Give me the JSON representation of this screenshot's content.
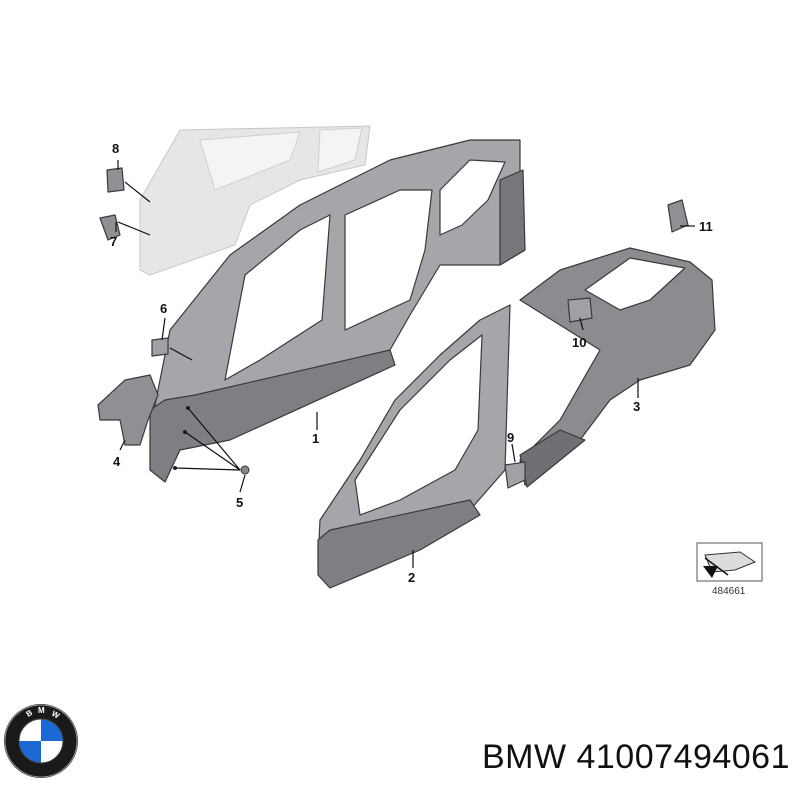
{
  "diagram": {
    "callouts": {
      "c1": "1",
      "c2": "2",
      "c3": "3",
      "c4": "4",
      "c5": "5",
      "c6": "6",
      "c7": "7",
      "c8": "8",
      "c9": "9",
      "c10": "10",
      "c11": "11"
    },
    "reference_number": "484661",
    "colors": {
      "panel_fill": "#9a9ca0",
      "panel_dark": "#6e7074",
      "ghost_fill": "#e4e4e4",
      "line": "#111111"
    }
  },
  "footer": {
    "brand": "BMW",
    "part_number": "BMW 41007494061",
    "logo_letters": "BMW",
    "logo_colors": {
      "blue": "#1c69d4",
      "white": "#ffffff",
      "ring": "#111111"
    }
  }
}
